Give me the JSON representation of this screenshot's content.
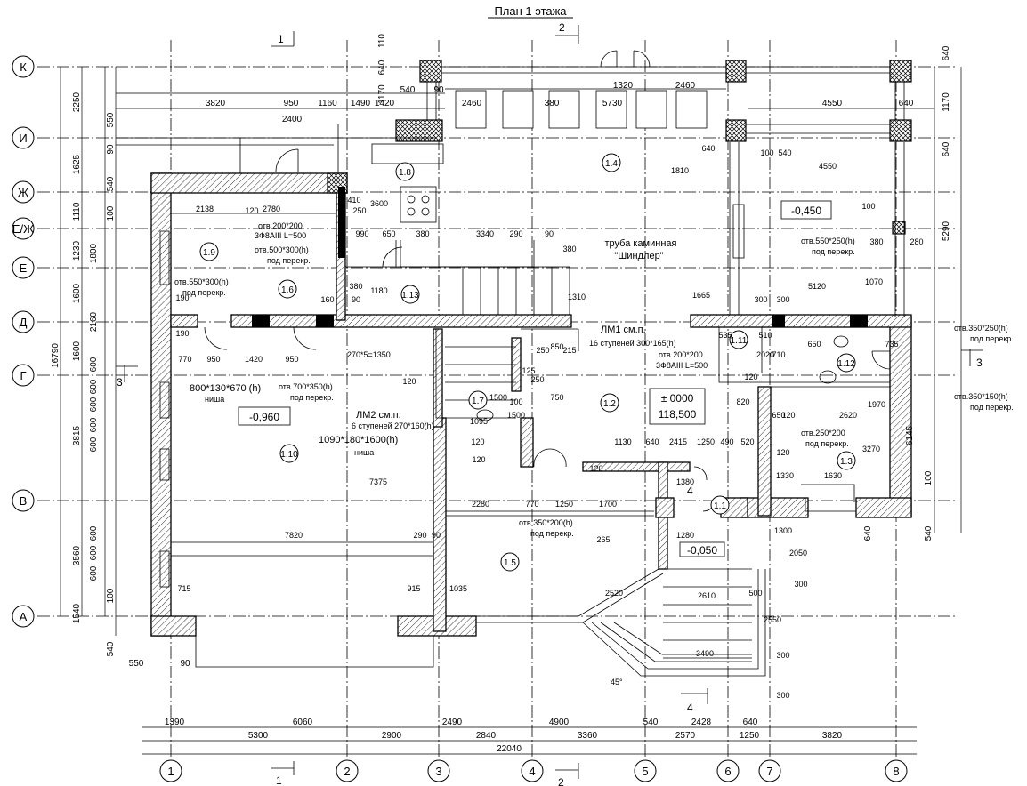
{
  "title": "План 1 этажа",
  "axes_horizontal": [
    "К",
    "И",
    "Ж",
    "Е/Ж",
    "Е",
    "Д",
    "Г",
    "В",
    "А"
  ],
  "axes_vertical": [
    "1",
    "2",
    "3",
    "4",
    "5",
    "6",
    "7",
    "8"
  ],
  "left_dims_outer": [
    "16790"
  ],
  "left_dims_inner": [
    "2250",
    "1625",
    "1110",
    "1230",
    "1600",
    "1600",
    "3815",
    "3560",
    "1540"
  ],
  "left_dims_small": [
    "550",
    "90",
    "540",
    "100",
    "1800",
    "2160",
    "600",
    "600",
    "600",
    "600",
    "600",
    "600",
    "600",
    "600",
    "100",
    "540"
  ],
  "bottom_dims_row1": [
    "1390",
    "6060",
    "2490",
    "4900",
    "540",
    "2428",
    "640"
  ],
  "bottom_dims_row2": [
    "5300",
    "2900",
    "2840",
    "3360",
    "2570",
    "1250",
    "3820"
  ],
  "bottom_total": "22040",
  "bottom_small": [
    "550",
    "90"
  ],
  "top_dims": [
    "3820",
    "950",
    "1160",
    "1490",
    "2400",
    "1420",
    "2460",
    "380",
    "5730",
    "2460",
    "1320",
    "4550",
    "640",
    "540",
    "90",
    "110",
    "640",
    "1170"
  ],
  "right_dims": [
    "640",
    "1170",
    "5290",
    "640",
    "6145",
    "100",
    "540",
    "640"
  ],
  "rooms": [
    "1.1",
    "1.2",
    "1.3",
    "1.4",
    "1.5",
    "1.6",
    "1.7",
    "1.8",
    "1.9",
    "1.10",
    "1.11",
    "1.12",
    "1.13"
  ],
  "levels": [
    "-0,450",
    "-0,960",
    "± 0000",
    "118,500",
    "-0,050"
  ],
  "annotations": {
    "chimney_1": "труба каминная",
    "chimney_2": "\"Шиндлер\"",
    "lm1": "ЛМ1 см.п.",
    "lm1_sub": "16 ступеней 300*165(h)",
    "lm2": "ЛМ2 см.п.",
    "lm2_sub": "6 ступеней 270*160(h)",
    "niche1": "800*130*670 (h)",
    "niche1_sub": "ниша",
    "niche2": "1090*180*1600(h)",
    "niche2_sub": "ниша",
    "stair_run": "270*5=1350",
    "otv_200_200a": "отв.200*200",
    "otv_3f8a": "3Ф8АIII L=500",
    "otv_500_300": "отв.500*300(h)",
    "pod_perekr": "под перекр.",
    "otv_550_300": "отв.550*300(h)",
    "otv_700_350": "отв.700*350(h)",
    "otv_550_250": "отв.550*250(h)",
    "otv_350_250": "отв.350*250(h)",
    "otv_350_150": "отв.350*150(h)",
    "otv_200_200b": "отв.200*200",
    "otv_3f8b": "3Ф8АIII L=500",
    "otv_250_200": "отв.250*200",
    "otv_350_200": "отв.350*200(h)",
    "angle": "45°"
  },
  "misc_dims": [
    "2138",
    "2780",
    "120",
    "250",
    "410",
    "990",
    "650",
    "380",
    "3340",
    "290",
    "90",
    "380",
    "1310",
    "3600",
    "1180",
    "160",
    "90",
    "380",
    "770",
    "950",
    "1420",
    "950",
    "190",
    "190",
    "7820",
    "290",
    "90",
    "715",
    "915",
    "1035",
    "2280",
    "770",
    "1250",
    "1700",
    "7375",
    "1500",
    "120",
    "1095",
    "120",
    "120",
    "1130",
    "640",
    "2415",
    "1250",
    "490",
    "520",
    "1380",
    "1280",
    "1300",
    "2050",
    "300",
    "2550",
    "300",
    "300",
    "3490",
    "2610",
    "500",
    "1665",
    "300",
    "300",
    "5120",
    "1070",
    "535",
    "510",
    "2020",
    "650",
    "710",
    "735",
    "120",
    "820",
    "650",
    "120",
    "2620",
    "1970",
    "3270",
    "120",
    "1330",
    "1630",
    "1810",
    "640",
    "100",
    "540",
    "4550",
    "100",
    "380",
    "280",
    "215",
    "850",
    "250",
    "250",
    "125",
    "750",
    "1500",
    "100",
    "120",
    "265",
    "2520"
  ],
  "section_marks": [
    "1",
    "2",
    "3",
    "4"
  ]
}
